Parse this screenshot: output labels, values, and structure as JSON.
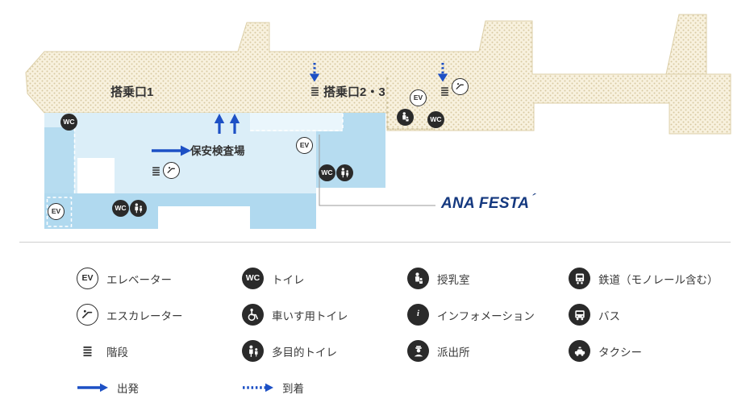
{
  "map": {
    "labels": {
      "gate1": "搭乗口1",
      "gate2_3": "搭乗口2・3",
      "security_check": "保安検査場",
      "ana_festa": "ANA FESTA",
      "ana_festa_accent": "´"
    },
    "colors": {
      "terminal_fill": "#f8f1de",
      "terminal_dot": "#d8c9a2",
      "terminal_stroke": "#dccfa8",
      "area_light": "#dbeef8",
      "area_lighter": "#eaf6fc",
      "area_medium": "#b6dcf0",
      "arrow_blue": "#1d50c5",
      "ana_navy": "#14387f",
      "icon_dark": "#2a2a2a"
    }
  },
  "icon_glyphs": {
    "elevator": "EV",
    "toilet": "WC",
    "information": "i"
  },
  "legend": {
    "columns": [
      {
        "items": [
          {
            "icon": "elevator-icon",
            "label": "エレベーター"
          },
          {
            "icon": "escalator-icon",
            "label": "エスカレーター"
          },
          {
            "icon": "stairs-icon",
            "label": "階段"
          },
          {
            "icon": "departure-arrow",
            "label": "出発"
          }
        ]
      },
      {
        "items": [
          {
            "icon": "toilet-icon",
            "label": "トイレ"
          },
          {
            "icon": "wheelchair-toilet-icon",
            "label": "車いす用トイレ"
          },
          {
            "icon": "multipurpose-toilet-icon",
            "label": "多目的トイレ"
          },
          {
            "icon": "arrival-arrow",
            "label": "到着"
          }
        ]
      },
      {
        "items": [
          {
            "icon": "nursing-room-icon",
            "label": "授乳室"
          },
          {
            "icon": "information-icon",
            "label": "インフォメーション"
          },
          {
            "icon": "police-box-icon",
            "label": "派出所"
          }
        ]
      },
      {
        "items": [
          {
            "icon": "train-icon",
            "label": "鉄道（モノレール含む）"
          },
          {
            "icon": "bus-icon",
            "label": "バス"
          },
          {
            "icon": "taxi-icon",
            "label": "タクシー"
          }
        ]
      }
    ]
  }
}
